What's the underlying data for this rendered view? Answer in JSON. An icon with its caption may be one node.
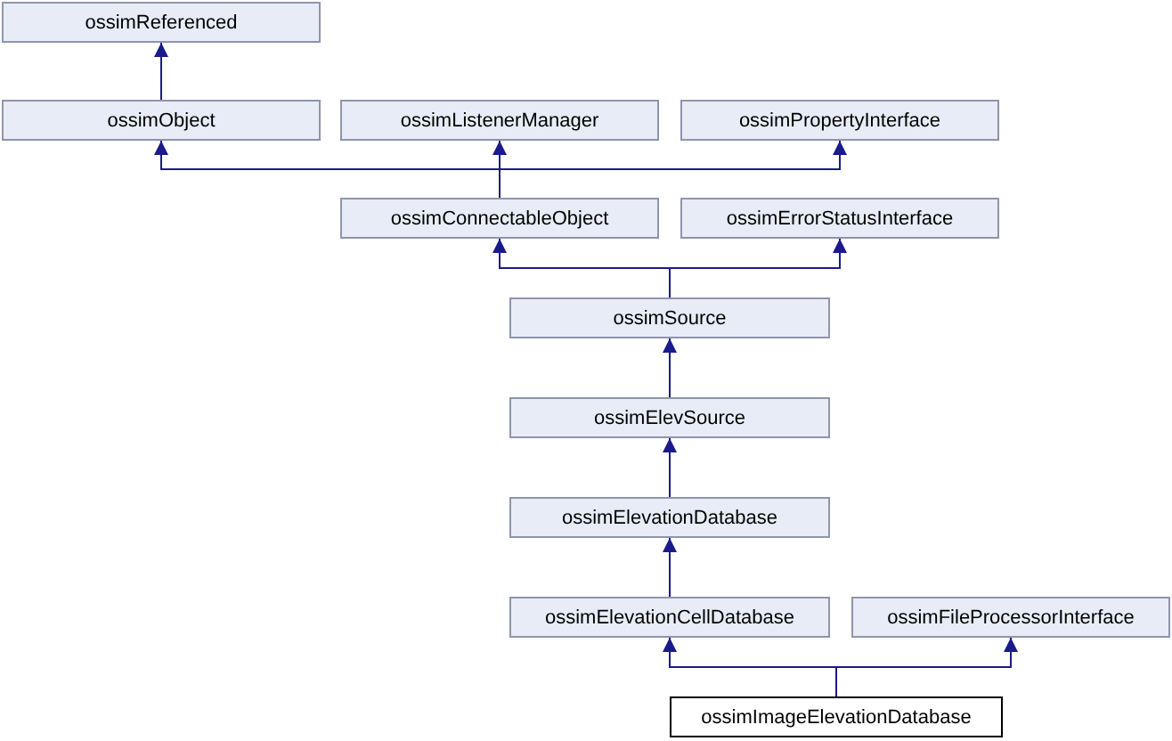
{
  "diagram": {
    "nodes": [
      {
        "text": [
          "ossimReferenced"
        ]
      },
      {
        "text": [
          "ossimObject"
        ]
      },
      {
        "text": [
          "ossimListenerManager"
        ]
      },
      {
        "text": [
          "ossimPropertyInterface"
        ]
      },
      {
        "text": [
          "ossimConnectableObject"
        ]
      },
      {
        "text": [
          "ossimErrorStatusInterface"
        ]
      },
      {
        "text": [
          "ossimSource"
        ]
      },
      {
        "text": [
          "ossimElevSource"
        ]
      },
      {
        "text": [
          "ossimElevationDatabase"
        ]
      },
      {
        "text": [
          "ossimElevationCellDatabase"
        ]
      },
      {
        "text": [
          "ossimFileProcessorInterface"
        ]
      },
      {
        "text": [
          "ossimImageElevationDatabase"
        ]
      }
    ],
    "edges": [
      {
        "from": 1,
        "to": 0,
        "arrow": "to"
      },
      {
        "from": 4,
        "to": 1,
        "arrow": "to"
      },
      {
        "from": 4,
        "to": 2,
        "arrow": "to"
      },
      {
        "from": 4,
        "to": 3,
        "arrow": "to"
      },
      {
        "from": 6,
        "to": 4,
        "arrow": "to"
      },
      {
        "from": 6,
        "to": 5,
        "arrow": "to"
      },
      {
        "from": 7,
        "to": 6,
        "arrow": "to"
      },
      {
        "from": 8,
        "to": 7,
        "arrow": "to"
      },
      {
        "from": 9,
        "to": 8,
        "arrow": "to"
      },
      {
        "from": 11,
        "to": 9,
        "arrow": "to"
      },
      {
        "from": 11,
        "to": 10,
        "arrow": "to"
      }
    ]
  }
}
